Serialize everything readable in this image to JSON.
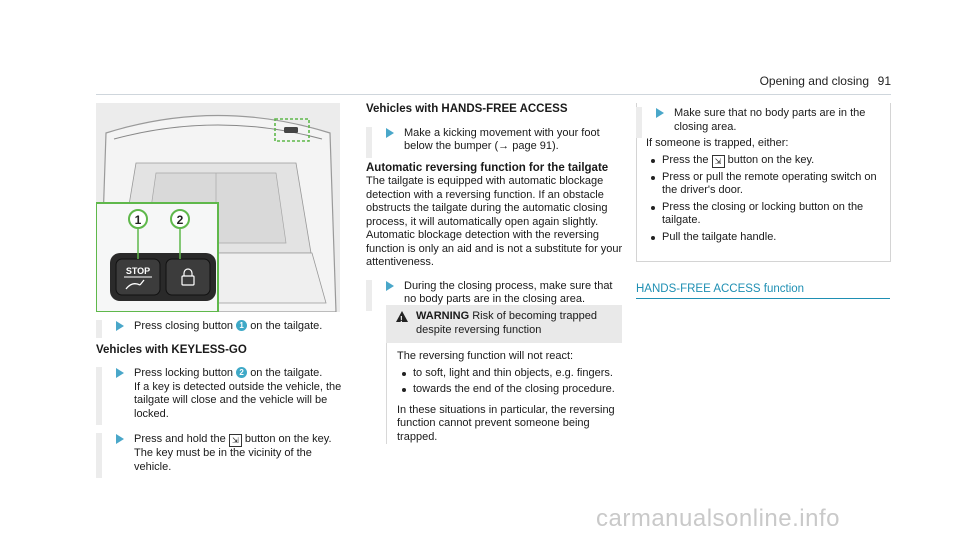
{
  "header": {
    "title": "Opening and closing",
    "page_number": "91"
  },
  "image": {
    "button_numbers": [
      "1",
      "2"
    ],
    "stop_label": "STOP"
  },
  "col1": {
    "step1": {
      "pre": "Press closing button",
      "num": "1",
      "post": "on the tailgate."
    },
    "subheading": "Vehicles with KEYLESS-GO",
    "step2": {
      "pre": "Press locking button",
      "num": "2",
      "post": "on the tailgate.",
      "line2": "If a key is detected outside the vehicle, the tailgate will close and the vehicle will be locked."
    },
    "step3": {
      "pre": "Press and hold the",
      "post": "button on the key.",
      "line2": "The key must be in the vicinity of the vehicle."
    }
  },
  "col2": {
    "heading": "Vehicles with HANDS-FREE ACCESS",
    "step1": "Make a kicking movement with your foot below the bumper (→ page 91).",
    "subheading": "Automatic reversing function for the tailgate",
    "para": "The tailgate is equipped with automatic blockage detection with a reversing function. If an obstacle obstructs the tailgate during the automatic closing process, it will automatically open again slightly. Automatic blockage detection with the reversing function is only an aid and is not a substitute for your attentiveness.",
    "step2": "During the closing process, make sure that no body parts are in the closing area.",
    "warning": {
      "label": "WARNING",
      "title": "Risk of becoming trapped despite reversing function",
      "intro": "The reversing function will not react:",
      "bullets": [
        "to soft, light and thin objects, e.g. fingers.",
        "towards the end of the closing procedure."
      ],
      "outro": "In these situations in particular, the reversing function cannot prevent someone being trapped."
    }
  },
  "col3": {
    "step1": "Make sure that no body parts are in the closing area.",
    "intro": "If someone is trapped, either:",
    "bullets": [
      {
        "pre": "Press the",
        "post": "button on the key."
      },
      {
        "text": "Press or pull the remote operating switch on the driver's door."
      },
      {
        "text": "Press the closing or locking button on the tailgate."
      },
      {
        "text": "Pull the tailgate handle."
      }
    ],
    "link_heading": "HANDS-FREE ACCESS function"
  },
  "watermark": "carmanualsonline.info"
}
